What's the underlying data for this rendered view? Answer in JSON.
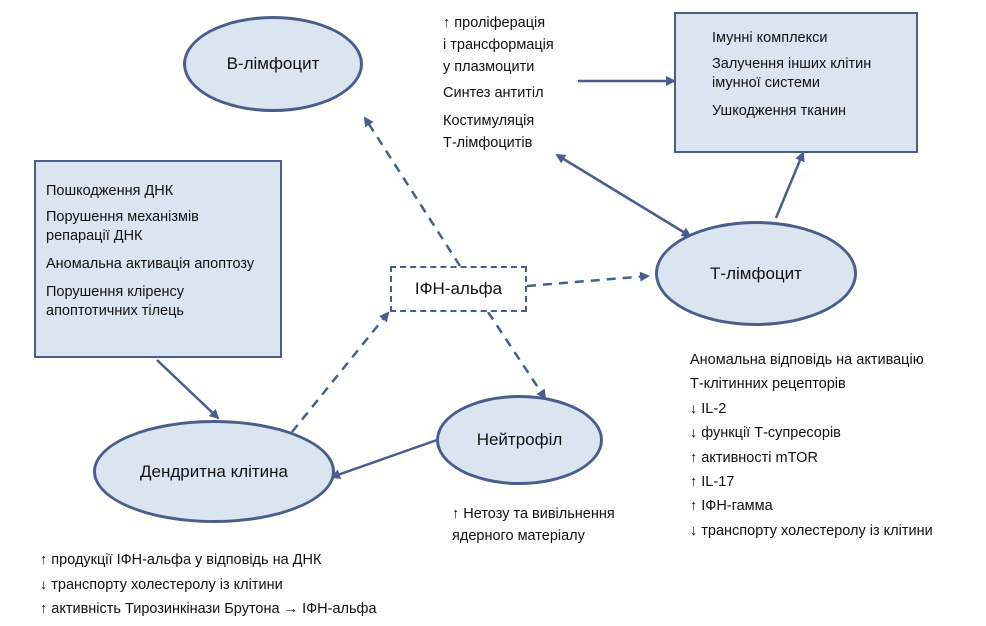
{
  "nodes": {
    "b_lymphocyte": "В-лімфоцит",
    "t_lymphocyte": "Т-лімфоцит",
    "dendritic_cell": "Дендритна клітина",
    "neutrophil": "Нейтрофіл",
    "ifn_alpha": "ІФН-альфа"
  },
  "dna_box": {
    "items": [
      "Пошкодження ДНК",
      "Порушення механізмів",
      "репарації ДНК",
      "Аномальна активація апоптозу",
      "Порушення кліренсу",
      "апоптотичних тілець"
    ]
  },
  "immune_box": {
    "items": [
      "Імунні комплекси",
      "Залучення інших клітин",
      "імунної системи",
      "Ушкодження тканин"
    ]
  },
  "b_cell_notes": [
    "↑ проліферація",
    "і трансформація",
    "у плазмоцити",
    "Синтез антитіл",
    "Костимуляція",
    "Т-лімфоцитів"
  ],
  "t_cell_notes": [
    "Аномальна відповідь на активацію",
    "Т-клітинних рецепторів",
    "↓ IL-2",
    "↓ функції Т-супресорів",
    "↑ активності mTOR",
    "↑ IL-17",
    "↑ ІФН-гамма",
    "↓ транспорту холестеролу із клітини"
  ],
  "neutrophil_notes": [
    "↑ Нетозу та вивільнення",
    "ядерного матеріалу"
  ],
  "dendritic_notes": [
    "↑ продукції ІФН-альфа у відповідь на ДНК",
    "↓ транспорту холестеролу із клітини",
    "↑ активність Тирозинкінази Брутона → ІФН-альфа"
  ],
  "colors": {
    "outline": "#4a5e8c",
    "fill": "#dbe5f1",
    "arrow": "#4a5e8c"
  }
}
